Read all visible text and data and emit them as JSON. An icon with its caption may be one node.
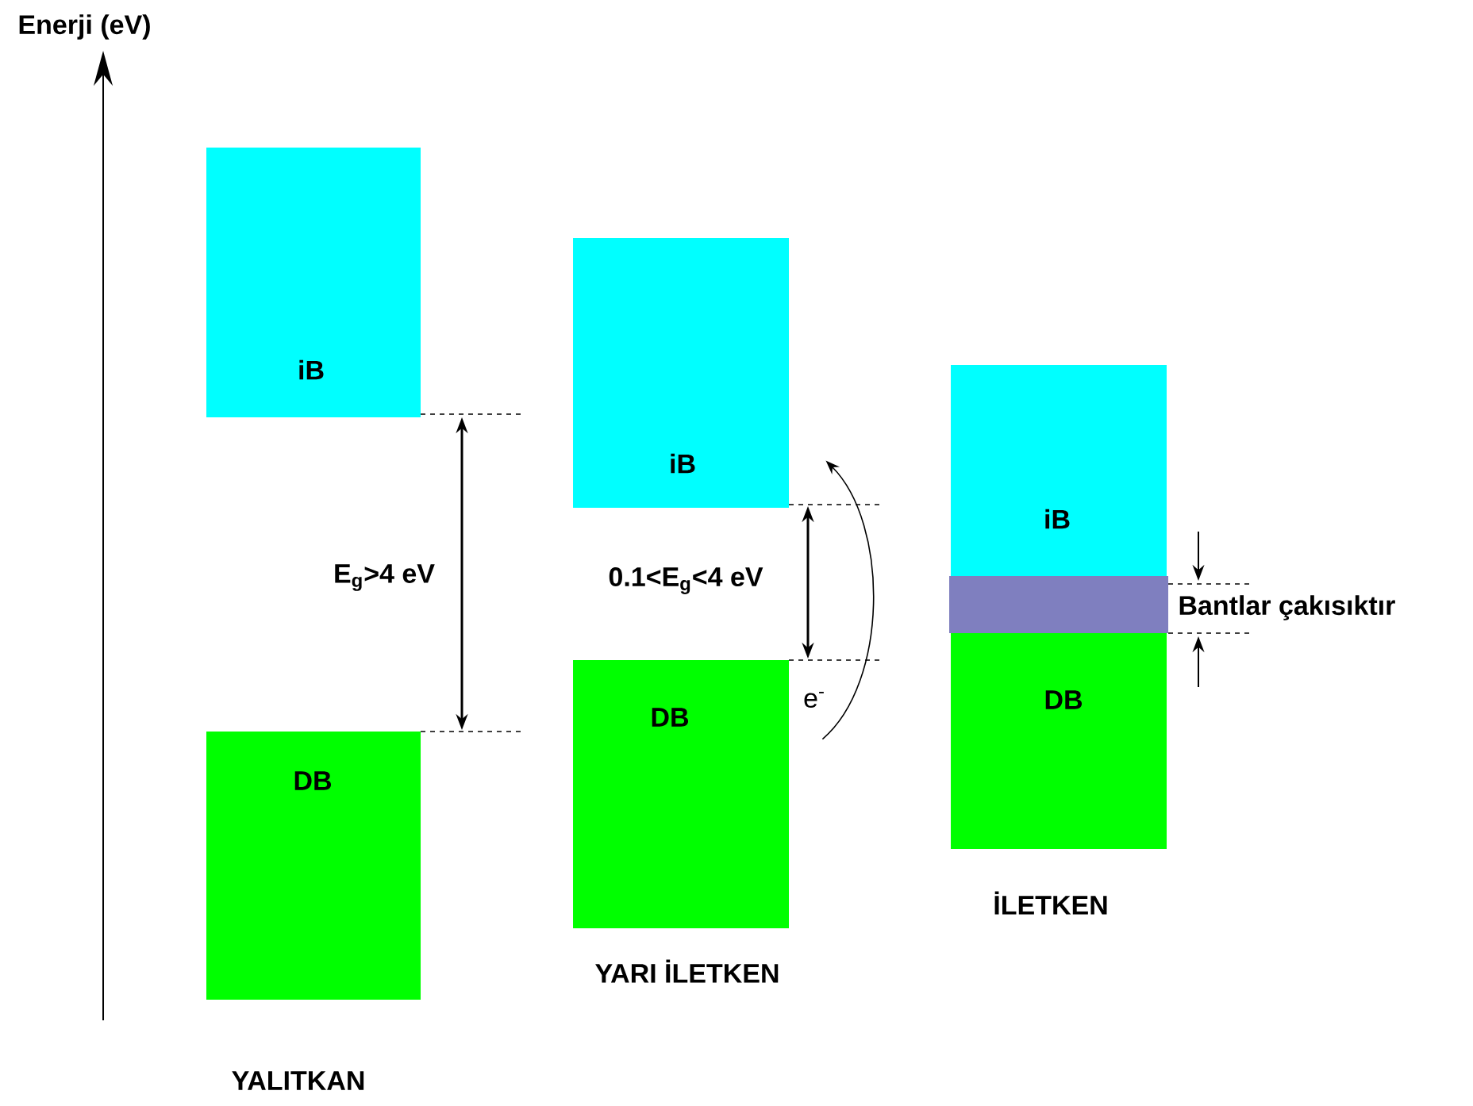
{
  "diagram": {
    "nodes": [
      {
        "text": [
          "iB"
        ]
      },
      {
        "text": [
          "DB"
        ],
        "beside": [
          "YALITKAN"
        ]
      },
      {
        "text": [
          "iB"
        ]
      },
      {
        "text": [
          "DB"
        ],
        "beside": [
          "YARI İLETKEN"
        ]
      },
      {
        "text": [
          "iB"
        ]
      },
      {
        "text": [],
        "shape": "box"
      },
      {
        "text": [
          "DB"
        ],
        "beside": [
          "İLETKEN"
        ]
      }
    ],
    "edges": [
      {
        "from": 3,
        "to": 2,
        "arrow": "to",
        "label": "e$^{-}$"
      }
    ],
    "labels": [
      "Enerji (eV)",
      "E$_{g}$>4 eV",
      "0.1<E$_{g}$<4 eV",
      "Bantlar çakısıktır"
    ]
  }
}
